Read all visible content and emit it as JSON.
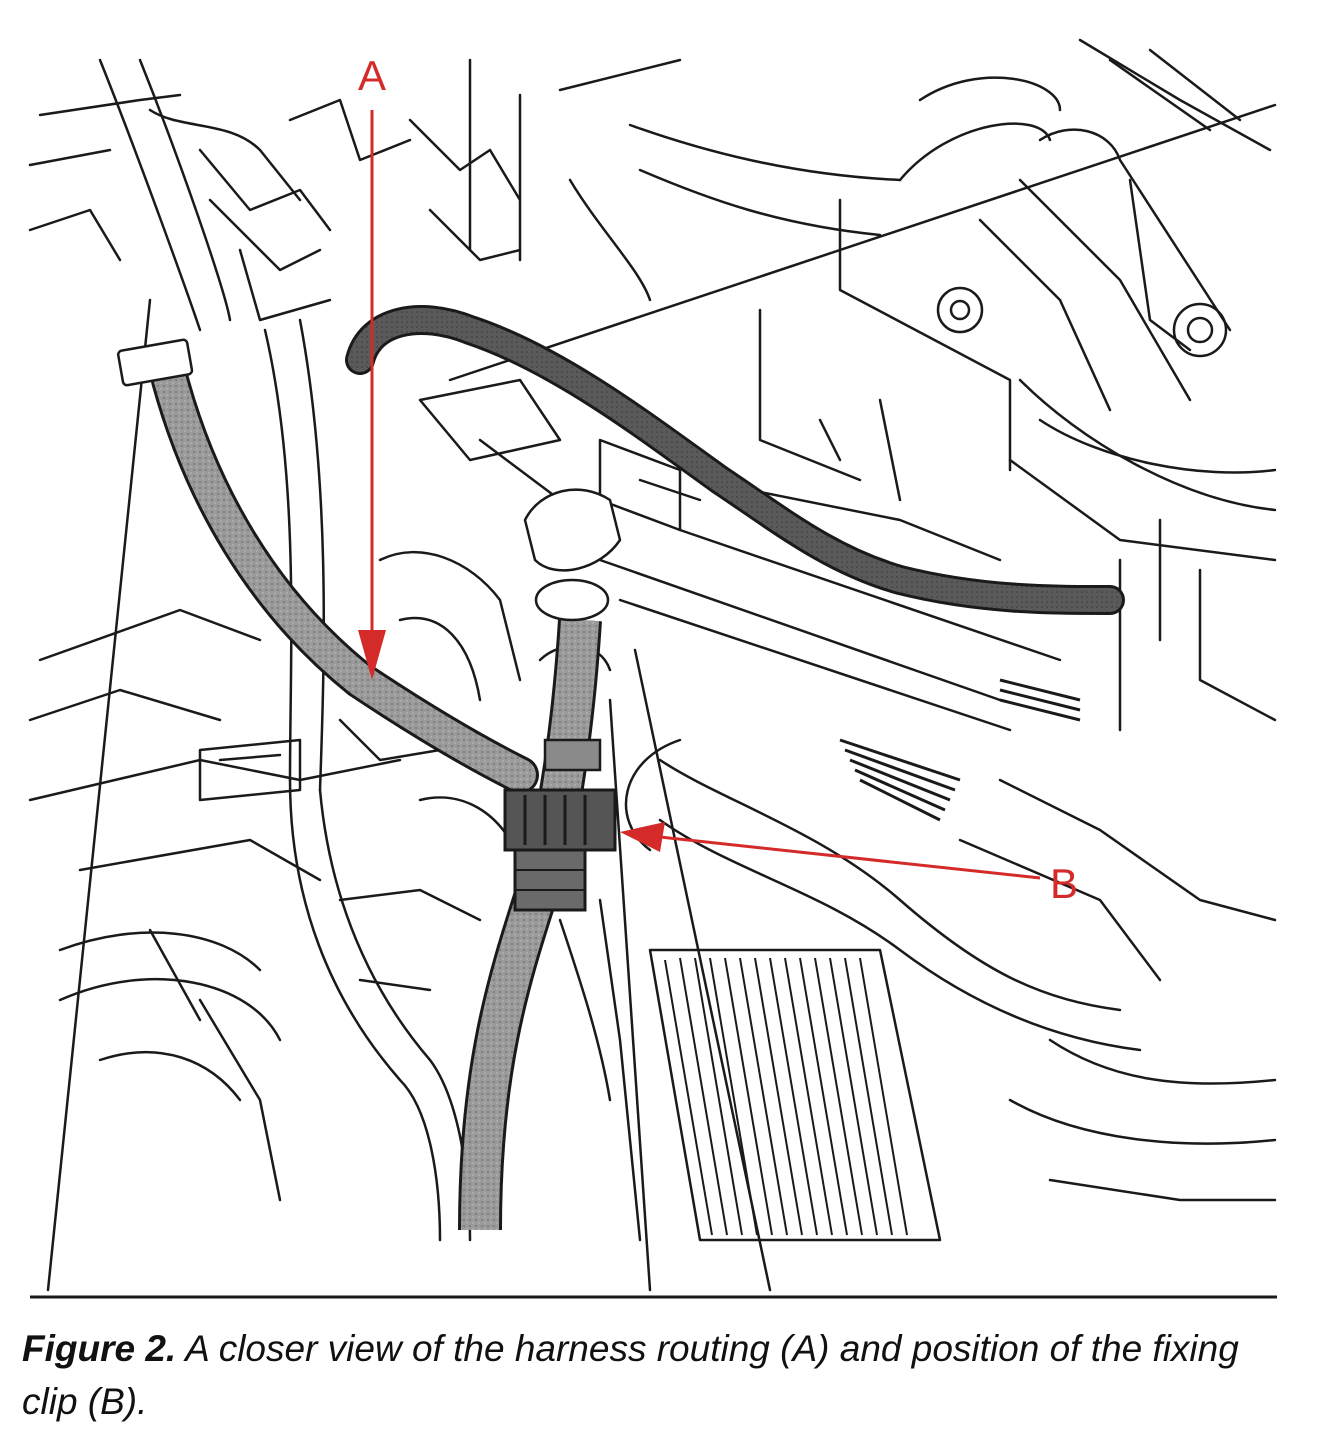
{
  "figure": {
    "callouts": [
      {
        "id": "A",
        "label": "A"
      },
      {
        "id": "B",
        "label": "B"
      }
    ],
    "callout_color": "#d42a2a",
    "line_color": "#1a1a1a",
    "harness_fill": "#8a8a8a",
    "harness_dark_fill": "#5c5c5c"
  },
  "caption": {
    "lead": "Figure 2.",
    "text": " A closer view of the harness routing (A) and position of the fixing clip (B)."
  }
}
